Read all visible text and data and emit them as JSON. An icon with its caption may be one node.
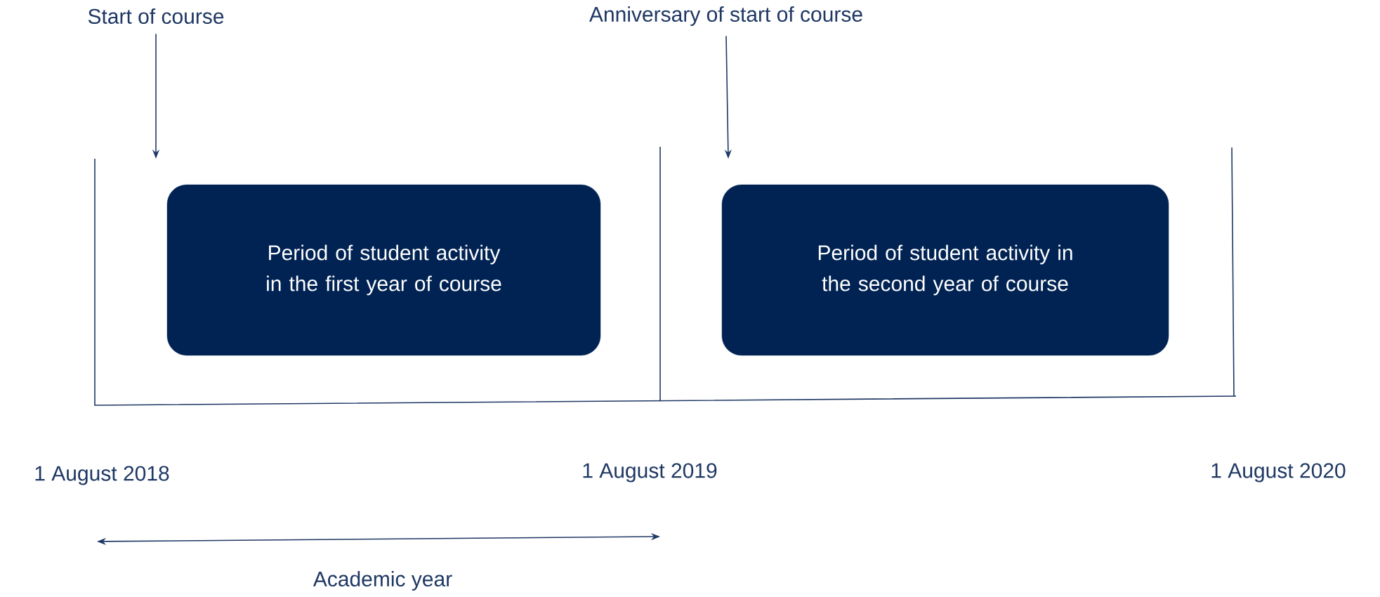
{
  "diagram": {
    "nodes": [
      {
        "text": [
          "Start of course"
        ]
      },
      {
        "text": [
          "Anniversary of start of course"
        ]
      },
      {
        "text": [
          "Period of student activity in the first year of course"
        ]
      },
      {
        "text": [
          "Period of student activity in the second year of course"
        ]
      }
    ],
    "edges": [
      {
        "from": 0,
        "to": null,
        "arrow": "to"
      },
      {
        "from": 1,
        "to": null,
        "arrow": "to"
      }
    ],
    "labels": [
      "1 August 2018",
      "1 August 2019",
      "1 August 2020",
      "Academic year"
    ]
  }
}
